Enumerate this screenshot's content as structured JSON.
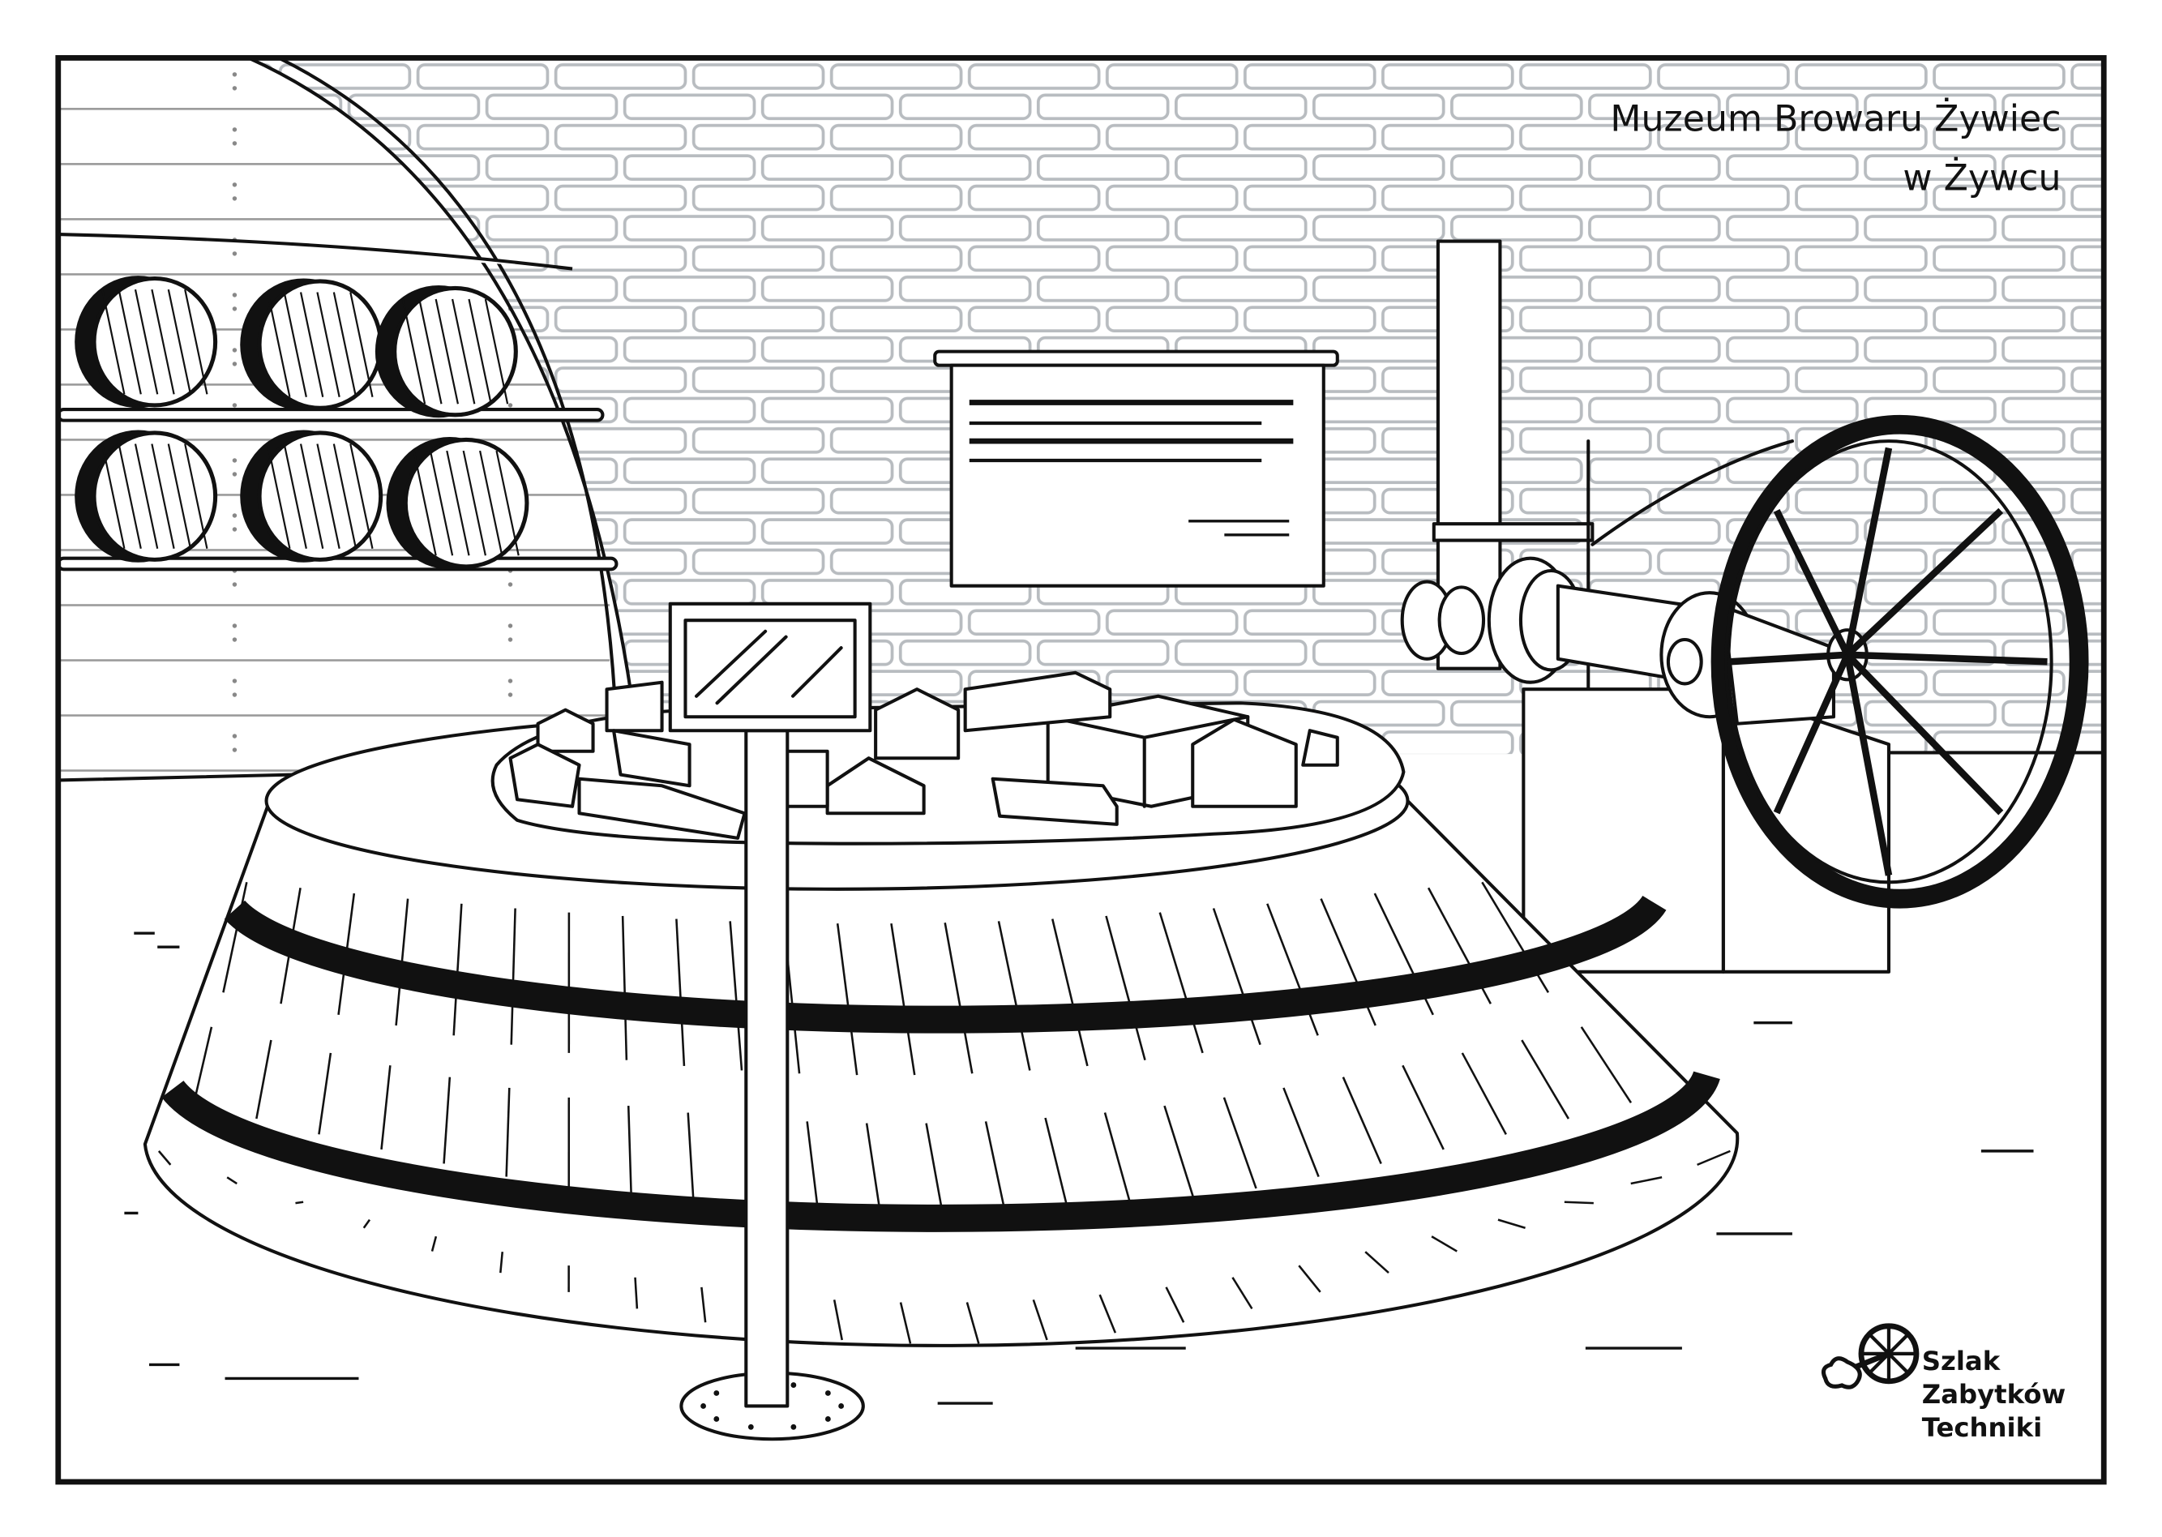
{
  "title": {
    "line1": "Muzeum Browaru Żywiec",
    "line2": "w Żywcu"
  },
  "logo": {
    "line1": "Szlak",
    "line2": "Zabytków",
    "line3": "Techniki",
    "icon": "steam-wheel-icon"
  },
  "colors": {
    "ink": "#111111",
    "brick": "#b8bcc0",
    "paper": "#ffffff"
  }
}
